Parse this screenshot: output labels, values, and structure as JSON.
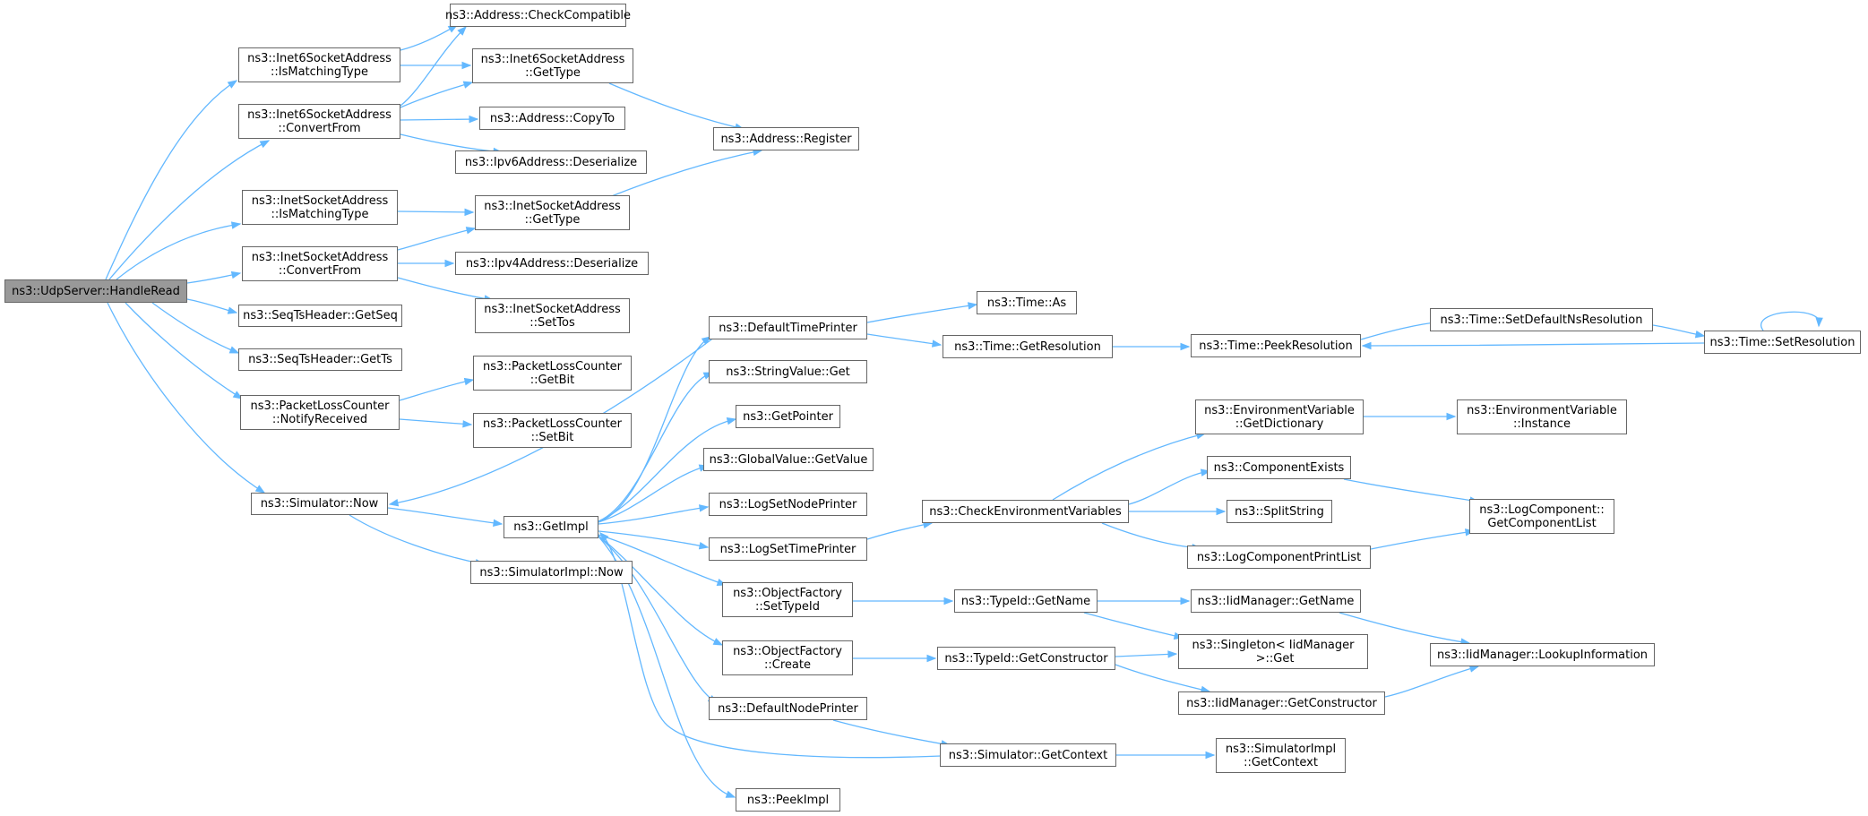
{
  "colors": {
    "edge": "#63b8ff",
    "node_border": "#666666",
    "root_fill": "#999999",
    "node_fill": "#ffffff"
  },
  "nodes": {
    "udp_handle_read": "ns3::UdpServer::HandleRead",
    "inet6_is_matching": "ns3::Inet6SocketAddress\n::IsMatchingType",
    "inet6_convert_from": "ns3::Inet6SocketAddress\n::ConvertFrom",
    "inet_is_matching": "ns3::InetSocketAddress\n::IsMatchingType",
    "inet_convert_from": "ns3::InetSocketAddress\n::ConvertFrom",
    "seqts_get_seq": "ns3::SeqTsHeader::GetSeq",
    "seqts_get_ts": "ns3::SeqTsHeader::GetTs",
    "plc_notify_received": "ns3::PacketLossCounter\n::NotifyReceived",
    "simulator_now": "ns3::Simulator::Now",
    "address_check_compatible": "ns3::Address::CheckCompatible",
    "inet6_get_type": "ns3::Inet6SocketAddress\n::GetType",
    "address_copy_to": "ns3::Address::CopyTo",
    "ipv6_deserialize": "ns3::Ipv6Address::Deserialize",
    "address_register": "ns3::Address::Register",
    "inet_get_type": "ns3::InetSocketAddress\n::GetType",
    "ipv4_deserialize": "ns3::Ipv4Address::Deserialize",
    "inet_set_tos": "ns3::InetSocketAddress\n::SetTos",
    "plc_get_bit": "ns3::PacketLossCounter\n::GetBit",
    "plc_set_bit": "ns3::PacketLossCounter\n::SetBit",
    "get_impl": "ns3::GetImpl",
    "simulator_impl_now": "ns3::SimulatorImpl::Now",
    "default_time_printer": "ns3::DefaultTimePrinter",
    "string_value_get": "ns3::StringValue::Get",
    "get_pointer": "ns3::GetPointer",
    "global_value_get_value": "ns3::GlobalValue::GetValue",
    "log_set_node_printer": "ns3::LogSetNodePrinter",
    "log_set_time_printer": "ns3::LogSetTimePrinter",
    "object_factory_set_type_id": "ns3::ObjectFactory\n::SetTypeId",
    "object_factory_create": "ns3::ObjectFactory\n::Create",
    "default_node_printer": "ns3::DefaultNodePrinter",
    "peek_impl": "ns3::PeekImpl",
    "time_as": "ns3::Time::As",
    "time_get_resolution": "ns3::Time::GetResolution",
    "time_peek_resolution": "ns3::Time::PeekResolution",
    "time_set_default_ns_resolution": "ns3::Time::SetDefaultNsResolution",
    "time_set_resolution": "ns3::Time::SetResolution",
    "check_environment_variables": "ns3::CheckEnvironmentVariables",
    "env_get_dictionary": "ns3::EnvironmentVariable\n::GetDictionary",
    "env_instance": "ns3::EnvironmentVariable\n::Instance",
    "component_exists": "ns3::ComponentExists",
    "split_string": "ns3::SplitString",
    "log_component_print_list": "ns3::LogComponentPrintList",
    "log_component_get_list": "ns3::LogComponent::\nGetComponentList",
    "typeid_get_name": "ns3::TypeId::GetName",
    "iid_manager_get_name": "ns3::IidManager::GetName",
    "singleton_get": "ns3::Singleton< IidManager\n >::Get",
    "iid_manager_lookup": "ns3::IidManager::LookupInformation",
    "typeid_get_constructor": "ns3::TypeId::GetConstructor",
    "iid_manager_get_constructor": "ns3::IidManager::GetConstructor",
    "simulator_get_context": "ns3::Simulator::GetContext",
    "simulator_impl_get_context": "ns3::SimulatorImpl\n::GetContext"
  }
}
